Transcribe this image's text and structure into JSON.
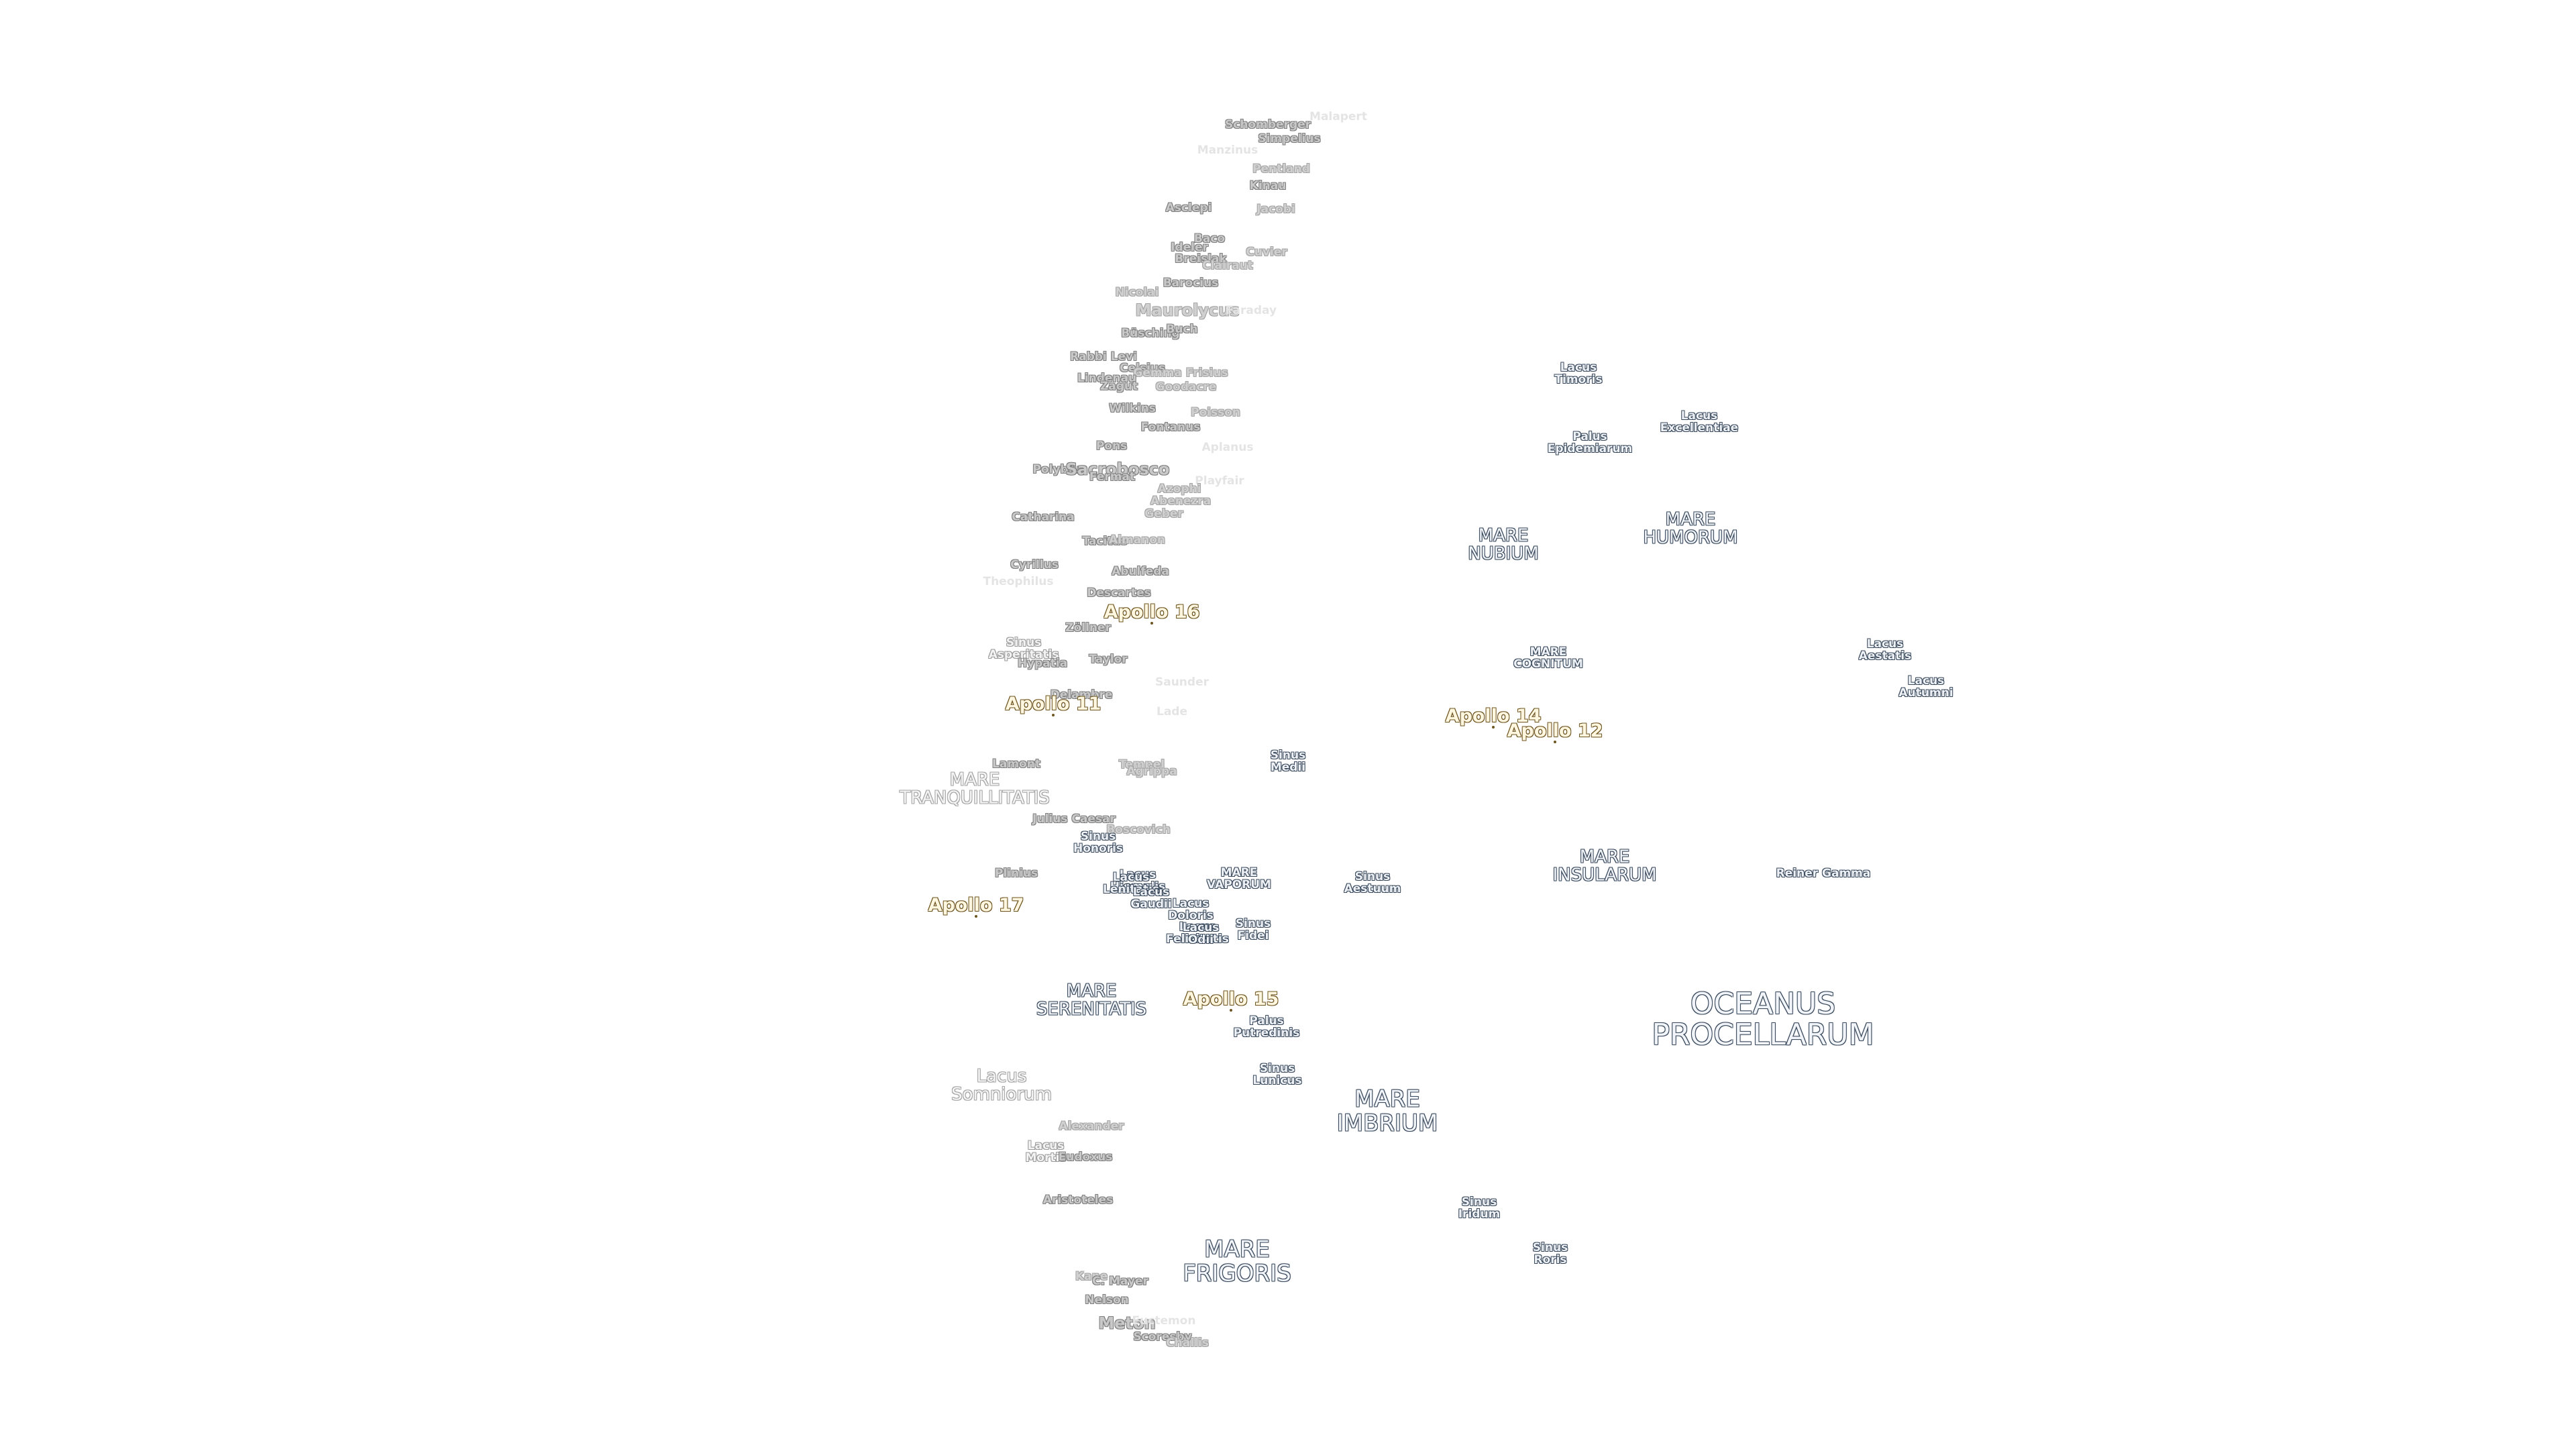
{
  "colors": {
    "background": "#ffffff",
    "crater_fill": "#c9c9c9",
    "crater_outline": "#7f7f7f",
    "feature_outline": "#3b4a5c",
    "apollo_fill": "#fff6df",
    "apollo_outline": "#6e5520"
  },
  "labels": [
    {
      "text": "Schomberger",
      "kind": "crater"
    },
    {
      "text": "Malapert",
      "kind": "crater-faint"
    },
    {
      "text": "Simpelius",
      "kind": "crater"
    },
    {
      "text": "Manzinus",
      "kind": "crater-faint"
    },
    {
      "text": "Pentland",
      "kind": "crater-dim"
    },
    {
      "text": "Kinau",
      "kind": "crater"
    },
    {
      "text": "Asclepi",
      "kind": "crater"
    },
    {
      "text": "Jacobi",
      "kind": "crater-dim"
    },
    {
      "text": "Baco",
      "kind": "crater"
    },
    {
      "text": "Ideler",
      "kind": "crater"
    },
    {
      "text": "Cuvier",
      "kind": "crater-dim"
    },
    {
      "text": "Breislak",
      "kind": "crater"
    },
    {
      "text": "Clairaut",
      "kind": "crater-dim"
    },
    {
      "text": "Barocius",
      "kind": "crater"
    },
    {
      "text": "Nicolai",
      "kind": "crater-dim"
    },
    {
      "text": "Maurolycus",
      "kind": "crater-big-dim"
    },
    {
      "text": "Faraday",
      "kind": "crater-faint"
    },
    {
      "text": "Büsching",
      "kind": "crater"
    },
    {
      "text": "Buch",
      "kind": "crater"
    },
    {
      "text": "Rabbi Levi",
      "kind": "crater"
    },
    {
      "text": "Celsius",
      "kind": "crater"
    },
    {
      "text": "Gemma Frisius",
      "kind": "crater-dim"
    },
    {
      "text": "Lindenau",
      "kind": "crater"
    },
    {
      "text": "Zagut",
      "kind": "crater"
    },
    {
      "text": "Goodacre",
      "kind": "crater-dim"
    },
    {
      "text": "Wilkins",
      "kind": "crater"
    },
    {
      "text": "Poisson",
      "kind": "crater-dim"
    },
    {
      "text": "Fontanus",
      "kind": "crater"
    },
    {
      "text": "Pons",
      "kind": "crater"
    },
    {
      "text": "Aplanus",
      "kind": "crater-faint"
    },
    {
      "text": "Polybius",
      "kind": "crater"
    },
    {
      "text": "Sacrobosco",
      "kind": "crater-big"
    },
    {
      "text": "Fermat",
      "kind": "crater"
    },
    {
      "text": "Playfair",
      "kind": "crater-faint"
    },
    {
      "text": "Azophi",
      "kind": "crater-dim"
    },
    {
      "text": "Abenezra",
      "kind": "crater-dim"
    },
    {
      "text": "Geber",
      "kind": "crater-dim"
    },
    {
      "text": "Catharina",
      "kind": "crater"
    },
    {
      "text": "Tacitus",
      "kind": "crater"
    },
    {
      "text": "Almanon",
      "kind": "crater-dim"
    },
    {
      "text": "Cyrillus",
      "kind": "crater"
    },
    {
      "text": "Abulfeda",
      "kind": "crater"
    },
    {
      "text": "Theophilus",
      "kind": "crater-faint"
    },
    {
      "text": "Descartes",
      "kind": "crater"
    },
    {
      "text": "Apollo 16",
      "kind": "apollo"
    },
    {
      "text": "Zöllner",
      "kind": "crater"
    },
    {
      "text": "Sinus\nAsperitatis",
      "kind": "feature-dim"
    },
    {
      "text": "Hypatia",
      "kind": "crater"
    },
    {
      "text": "Taylor",
      "kind": "crater"
    },
    {
      "text": "Delambre",
      "kind": "crater"
    },
    {
      "text": "Apollo 11",
      "kind": "apollo"
    },
    {
      "text": "Saunder",
      "kind": "crater-faint"
    },
    {
      "text": "Lade",
      "kind": "crater-faint"
    },
    {
      "text": "Lamont",
      "kind": "crater"
    },
    {
      "text": "MARE\nTRANQUILLITATIS",
      "kind": "mare-dim"
    },
    {
      "text": "Tempel",
      "kind": "crater-dim"
    },
    {
      "text": "Agrippa",
      "kind": "crater-dim"
    },
    {
      "text": "Julius Caesar",
      "kind": "crater"
    },
    {
      "text": "Boscovich",
      "kind": "crater-dim"
    },
    {
      "text": "Sinus\nHonoris",
      "kind": "feature"
    },
    {
      "text": "Plinius",
      "kind": "crater"
    },
    {
      "text": "Apollo 17",
      "kind": "apollo"
    },
    {
      "text": "Lacus\nHiemalis",
      "kind": "feature"
    },
    {
      "text": "Lacus\nLenitatis",
      "kind": "feature"
    },
    {
      "text": "Lacus\nGaudii",
      "kind": "feature"
    },
    {
      "text": "Lacus\nDoloris",
      "kind": "feature"
    },
    {
      "text": "Lacus\nFelicitatis",
      "kind": "feature"
    },
    {
      "text": "Lacus\nOdii",
      "kind": "feature"
    },
    {
      "text": "MARE\nVAPORUM",
      "kind": "feature"
    },
    {
      "text": "Sinus\nFidei",
      "kind": "feature"
    },
    {
      "text": "Sinus\nMedii",
      "kind": "feature"
    },
    {
      "text": "Sinus\nAestuum",
      "kind": "feature"
    },
    {
      "text": "MARE\nSERENITATIS",
      "kind": "mare"
    },
    {
      "text": "Apollo 15",
      "kind": "apollo"
    },
    {
      "text": "Palus\nPutredinis",
      "kind": "feature"
    },
    {
      "text": "Sinus\nLunicus",
      "kind": "feature"
    },
    {
      "text": "Lacus\nSomniorum",
      "kind": "mare-dim"
    },
    {
      "text": "Alexander",
      "kind": "crater-dim"
    },
    {
      "text": "Lacus\nMortis",
      "kind": "feature-dim"
    },
    {
      "text": "Eudoxus",
      "kind": "crater"
    },
    {
      "text": "Aristoteles",
      "kind": "crater"
    },
    {
      "text": "MARE\nIMBRIUM",
      "kind": "mare-large"
    },
    {
      "text": "MARE\nFRIGORIS",
      "kind": "mare-large"
    },
    {
      "text": "Kane",
      "kind": "crater-dim"
    },
    {
      "text": "C. Mayer",
      "kind": "crater"
    },
    {
      "text": "Nelson",
      "kind": "crater"
    },
    {
      "text": "Meton",
      "kind": "crater-big"
    },
    {
      "text": "Euctemon",
      "kind": "crater-faint"
    },
    {
      "text": "Scoresby",
      "kind": "crater"
    },
    {
      "text": "Challis",
      "kind": "crater-dim"
    },
    {
      "text": "Lacus\nTimoris",
      "kind": "feature"
    },
    {
      "text": "Lacus\nExcellentiae",
      "kind": "feature"
    },
    {
      "text": "Palus\nEpidemiarum",
      "kind": "feature"
    },
    {
      "text": "MARE\nNUBIUM",
      "kind": "mare"
    },
    {
      "text": "MARE\nHUMORUM",
      "kind": "mare"
    },
    {
      "text": "MARE\nCOGNITUM",
      "kind": "feature"
    },
    {
      "text": "Lacus\nAestatis",
      "kind": "feature"
    },
    {
      "text": "Lacus\nAutumni",
      "kind": "feature"
    },
    {
      "text": "Apollo 14",
      "kind": "apollo"
    },
    {
      "text": "Apollo 12",
      "kind": "apollo"
    },
    {
      "text": "MARE\nINSULARUM",
      "kind": "mare"
    },
    {
      "text": "Reiner Gamma",
      "kind": "feature"
    },
    {
      "text": "OCEANUS\nPROCELLARUM",
      "kind": "mare-xl"
    },
    {
      "text": "Sinus\nIridum",
      "kind": "feature"
    },
    {
      "text": "Sinus\nRoris",
      "kind": "feature"
    }
  ]
}
